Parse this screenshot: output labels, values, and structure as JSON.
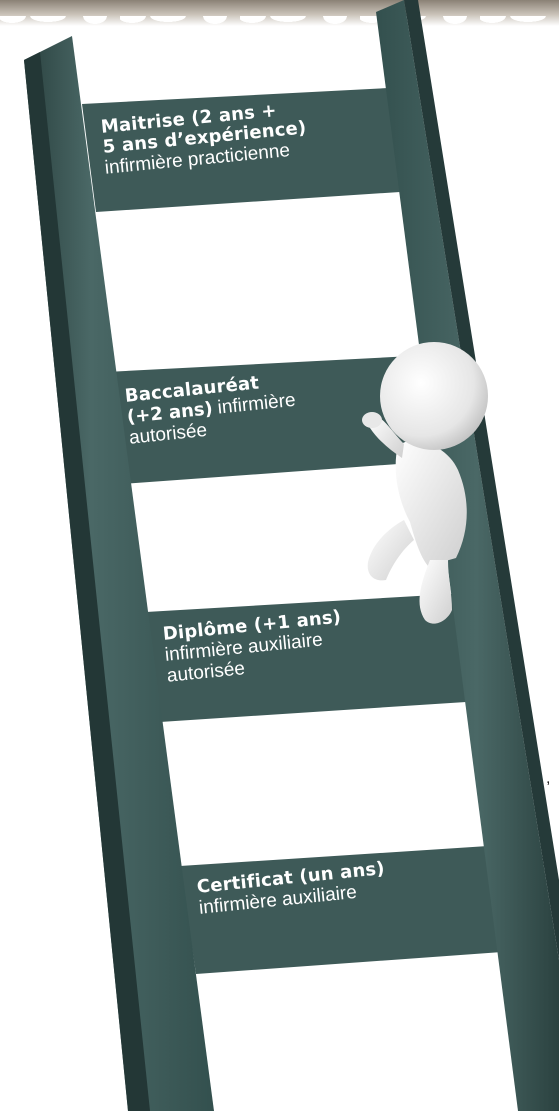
{
  "colors": {
    "ladder": "#3e5a58",
    "ladder_dark": "#2b4240",
    "label_text": "#ffffff",
    "figure": "#ececec"
  },
  "page_fragments": [
    ",",
    "e."
  ],
  "rungs": [
    {
      "level_line1": "Maitrise (2 ans +",
      "level_line2": "5 ans d’expérience)",
      "role": "infirmière  practicienne"
    },
    {
      "level_line1": "Baccalauréat",
      "level_line2": "(+2 ans)",
      "role_a": "infirmière",
      "role_b": "autorisée"
    },
    {
      "level": "Diplôme (+1 ans)",
      "role_line1": "infirmière auxiliaire",
      "role_line2": "autorisée"
    },
    {
      "level": "Certificat (un ans)",
      "role": "infirmière auxiliaire"
    }
  ]
}
